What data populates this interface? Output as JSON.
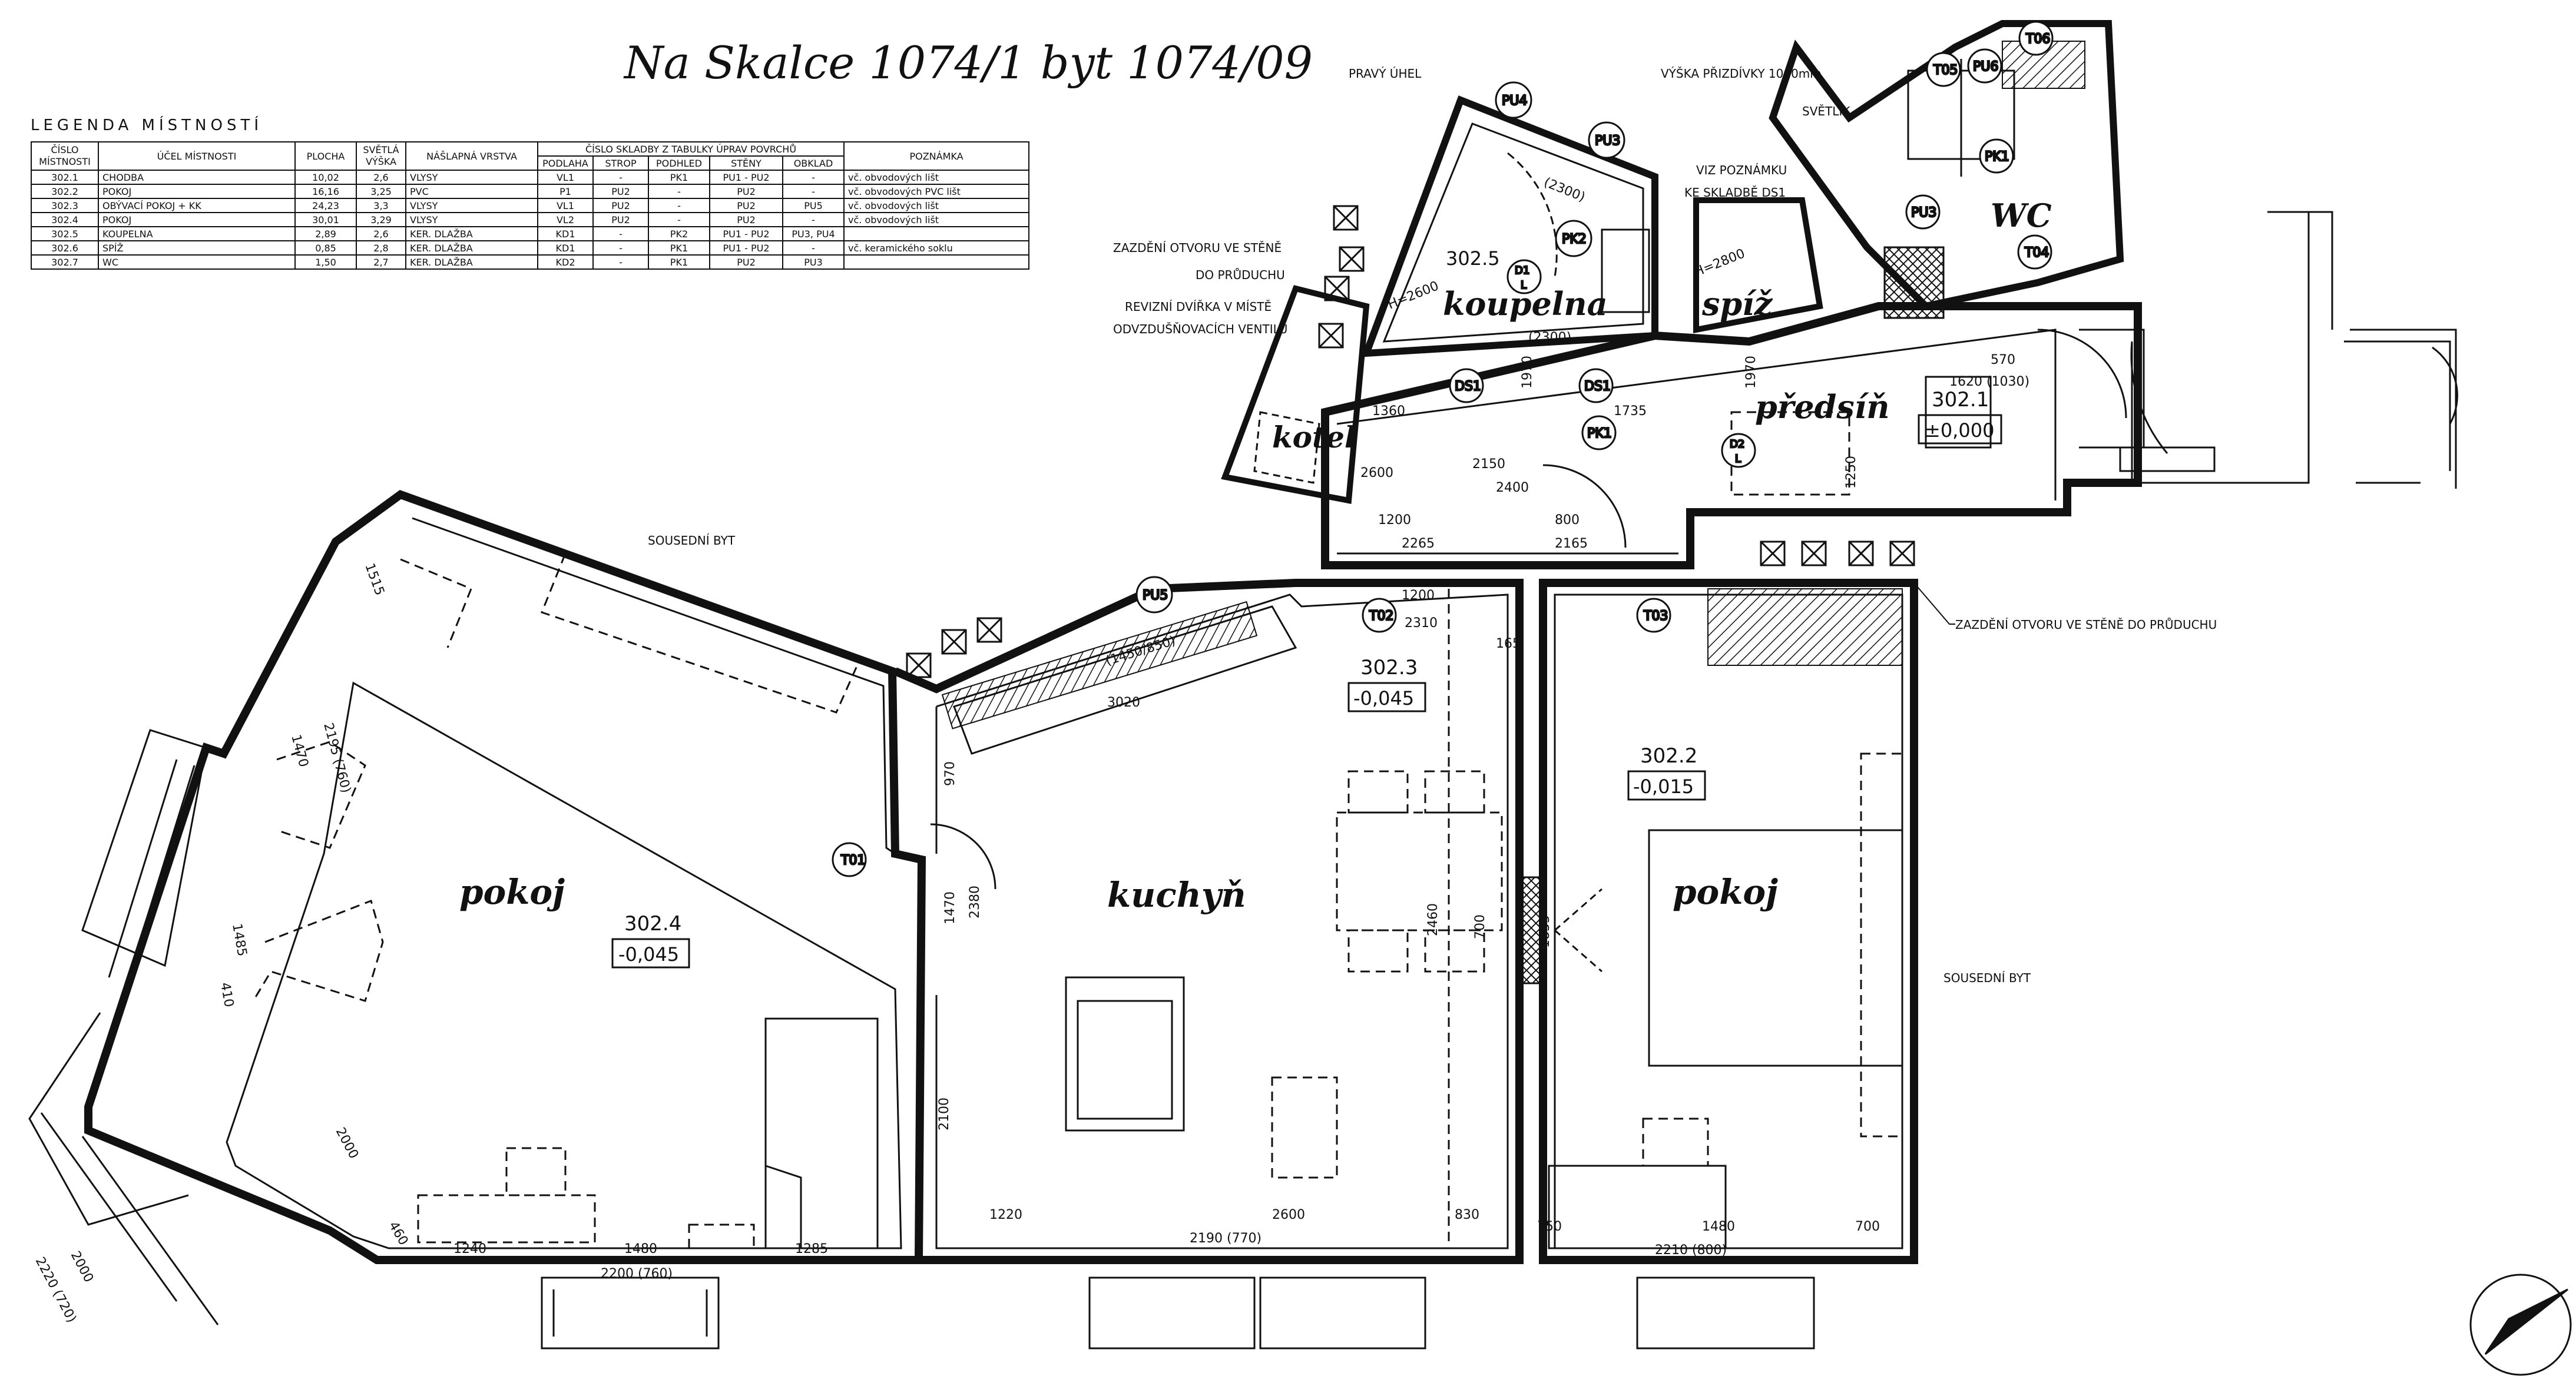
{
  "title": "Na Skalce 1074/1 byt 1074/09",
  "legend": {
    "title": "LEGENDA MÍSTNOSTÍ",
    "headers": {
      "cislo": "ČÍSLO MÍSTNOSTI",
      "ucel": "ÚČEL MÍSTNOSTI",
      "plocha": "PLOCHA",
      "vyska": "SVĚTLÁ VÝŠKA",
      "vrstva": "NÁŠLAPNÁ VRSTVA",
      "skladby": "ČÍSLO SKLADBY Z TABULKY ÚPRAV POVRCHŮ",
      "podlaha": "PODLAHA",
      "strop": "STROP",
      "podhled": "PODHLED",
      "steny": "STĚNY",
      "obklad": "OBKLAD",
      "poznamka": "POZNÁMKA"
    },
    "rows": [
      [
        "302.1",
        "CHODBA",
        "10,02",
        "2,6",
        "VLYSY",
        "VL1",
        "-",
        "PK1",
        "PU1 - PU2",
        "-",
        "vč. obvodových lišt"
      ],
      [
        "302.2",
        "POKOJ",
        "16,16",
        "3,25",
        "PVC",
        "P1",
        "PU2",
        "-",
        "PU2",
        "-",
        "vč. obvodových PVC lišt"
      ],
      [
        "302.3",
        "OBÝVACÍ POKOJ + KK",
        "24,23",
        "3,3",
        "VLYSY",
        "VL1",
        "PU2",
        "-",
        "PU2",
        "PU5",
        "vč. obvodových lišt"
      ],
      [
        "302.4",
        "POKOJ",
        "30,01",
        "3,29",
        "VLYSY",
        "VL2",
        "PU2",
        "-",
        "PU2",
        "-",
        "vč. obvodových lišt"
      ],
      [
        "302.5",
        "KOUPELNA",
        "2,89",
        "2,6",
        "KER. DLAŽBA",
        "KD1",
        "-",
        "PK2",
        "PU1 - PU2",
        "PU3, PU4",
        ""
      ],
      [
        "302.6",
        "SPÍŽ",
        "0,85",
        "2,8",
        "KER. DLAŽBA",
        "KD1",
        "-",
        "PK1",
        "PU1 - PU2",
        "-",
        "vč. keramického soklu"
      ],
      [
        "302.7",
        "WC",
        "1,50",
        "2,7",
        "KER. DLAŽBA",
        "KD2",
        "-",
        "PK1",
        "PU2",
        "PU3",
        ""
      ]
    ]
  },
  "rooms": {
    "pokoj_left": "pokoj",
    "kuchyn": "kuchyň",
    "pokoj_right": "pokoj",
    "koupelna": "koupelna",
    "spiz": "spíž",
    "predsin": "předsíň",
    "kotel": "kotel",
    "wc": "WC"
  },
  "room_tags": {
    "r3024_num": "302.4",
    "r3024_lvl": "-0,045",
    "r3023_num": "302.3",
    "r3023_lvl": "-0,045",
    "r3022_num": "302.2",
    "r3022_lvl": "-0,015",
    "r3021_num": "302.1",
    "r3021_lvl": "±0,000",
    "r3025_num": "302.5"
  },
  "notes": {
    "sousedni_top": "SOUSEDNÍ BYT",
    "sousedni_right": "SOUSEDNÍ BYT",
    "zazdeni_prud": "ZAZDĚNÍ OTVORU VE STĚNĚ DO PRŮDUCHU",
    "zazdeni_1": "ZAZDĚNÍ OTVORU VE STĚNĚ",
    "zazdeni_2": "DO PRŮDUCHU",
    "revizni_1": "REVIZNÍ DVÍŘKA V MÍSTĚ",
    "revizni_2": "ODVZDUŠŇOVACÍCH VENTILŮ",
    "pravy_uhel": "PRAVÝ ÚHEL",
    "vyska_prizdivky": "VÝŠKA PŘIZDÍVKY 1000mm",
    "svetlik": "SVĚTLÍK",
    "viz_1": "VIZ POZNÁMKU",
    "viz_2": "KE SKLADBĚ DS1"
  },
  "dims": {
    "d1240": "1240",
    "d1480": "1480",
    "d1285": "1285",
    "d2200": "2200 (760)",
    "d2000": "2000",
    "d2220": "2220 (720)",
    "d1485": "1485",
    "d1470": "1470",
    "d2195": "2195 (760)",
    "d1515": "1515",
    "d460": "460",
    "d410": "410",
    "d2600": "2600",
    "d1220": "1220",
    "d2190": "2190 (770)",
    "d2100": "2100",
    "d830": "830",
    "d2380": "2380",
    "d1470b": "1470",
    "d970": "970",
    "d3020": "3020",
    "d1450": "(1450/850)",
    "d750": "750",
    "d1480b": "1480",
    "d700": "700",
    "d2210": "2210 (800)",
    "d1855": "1855",
    "d2460": "2460",
    "d700b": "700",
    "d165": "165",
    "d1200": "1200",
    "d2310": "2310",
    "d1200b": "1200",
    "d2265": "2265",
    "d800": "800",
    "d2165": "2165",
    "d2150": "2150",
    "d2400": "2400",
    "d1360": "1360",
    "d1735": "1735",
    "d1250": "1250",
    "d1620": "1620 (1030)",
    "d570": "570",
    "d1970": "1970",
    "d1970b": "1970",
    "d2300": "(2300)",
    "d2300b": "(2300)",
    "d2600b": "2600",
    "dH2600": "H=2600",
    "dH2800": "H=2800"
  },
  "tags": {
    "T01": "T01",
    "T02": "T02",
    "T03": "T03",
    "T04": "T04",
    "T05": "T05",
    "T06": "T06",
    "PU3": "PU3",
    "PU4": "PU4",
    "PU5": "PU5",
    "PU6": "PU6",
    "PK1": "PK1",
    "PK2": "PK2",
    "DS1": "DS1",
    "D1": "D1",
    "D2": "D2",
    "L": "L"
  }
}
